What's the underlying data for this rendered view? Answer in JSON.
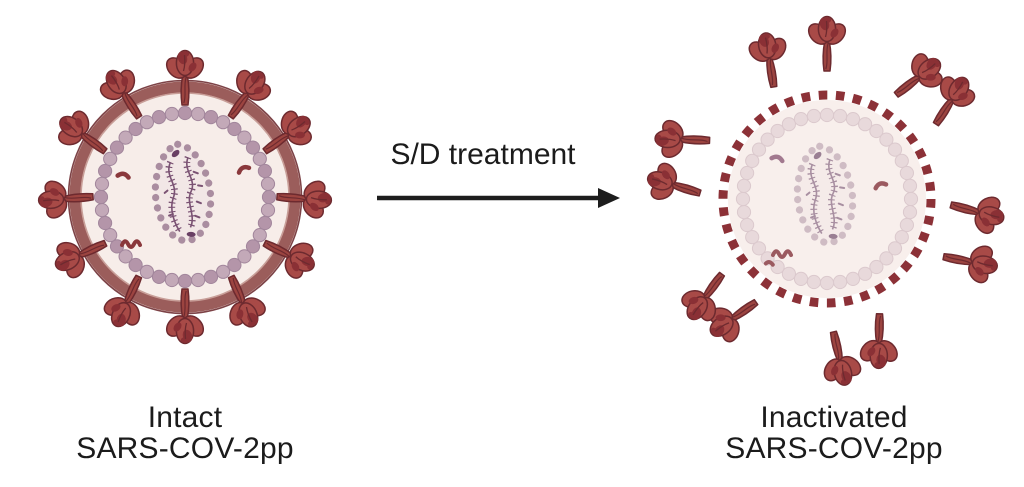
{
  "figure": {
    "treatment": {
      "label": "S/D treatment",
      "arrow_icon": "arrow-right-icon"
    },
    "left": {
      "state": "intact",
      "label_line1": "Intact",
      "label_line2": "SARS-COV-2pp"
    },
    "right": {
      "state": "inactivated",
      "label_line1": "Inactivated",
      "label_line2": "SARS-COV-2pp"
    }
  },
  "illustration": {
    "spike_count": 12,
    "viruses": [
      {
        "id": "intact",
        "membrane": "solid",
        "spikes": "attached",
        "faded": false
      },
      {
        "id": "inactivated",
        "membrane": "dashed",
        "spikes": "detached",
        "faded": true
      }
    ],
    "colors": {
      "text": "#1b1b1b",
      "arrow": "#1d1d1d",
      "spike": "#a84a47",
      "spike_stalk": "#9c4440",
      "spike_dark": "#8a3035",
      "spike_outline": "#6d2a2f",
      "membrane": "#9b5d5b",
      "membrane_edge": "#7d4347",
      "membrane_inner_edge": "#c89e98",
      "membrane_dash": "#8c3137",
      "interior": "#f7ede9",
      "interior_faded": "#f8efec",
      "bead": "#c3a9b8",
      "bead_alt": "#b495a9",
      "bead_outline": "#a2869c",
      "bead_faded": "#e8d9db",
      "bead_faded_outline": "#dbc9cd",
      "capsid_fill": "#f2e7e6",
      "capsid_fill_faded": "#f5ebe9",
      "capsid_bead": "#aa8da0",
      "capsid_bead_faded": "#cfbcc4",
      "rna": "#7a5273",
      "rna_dark": "#693f64",
      "rna_faded": "#a88fa1",
      "rna_dark_faded": "#9a7f93",
      "mark": "#8a383c",
      "mark_faded": "#a2798f",
      "mark_red2": "#9b5a60"
    }
  }
}
